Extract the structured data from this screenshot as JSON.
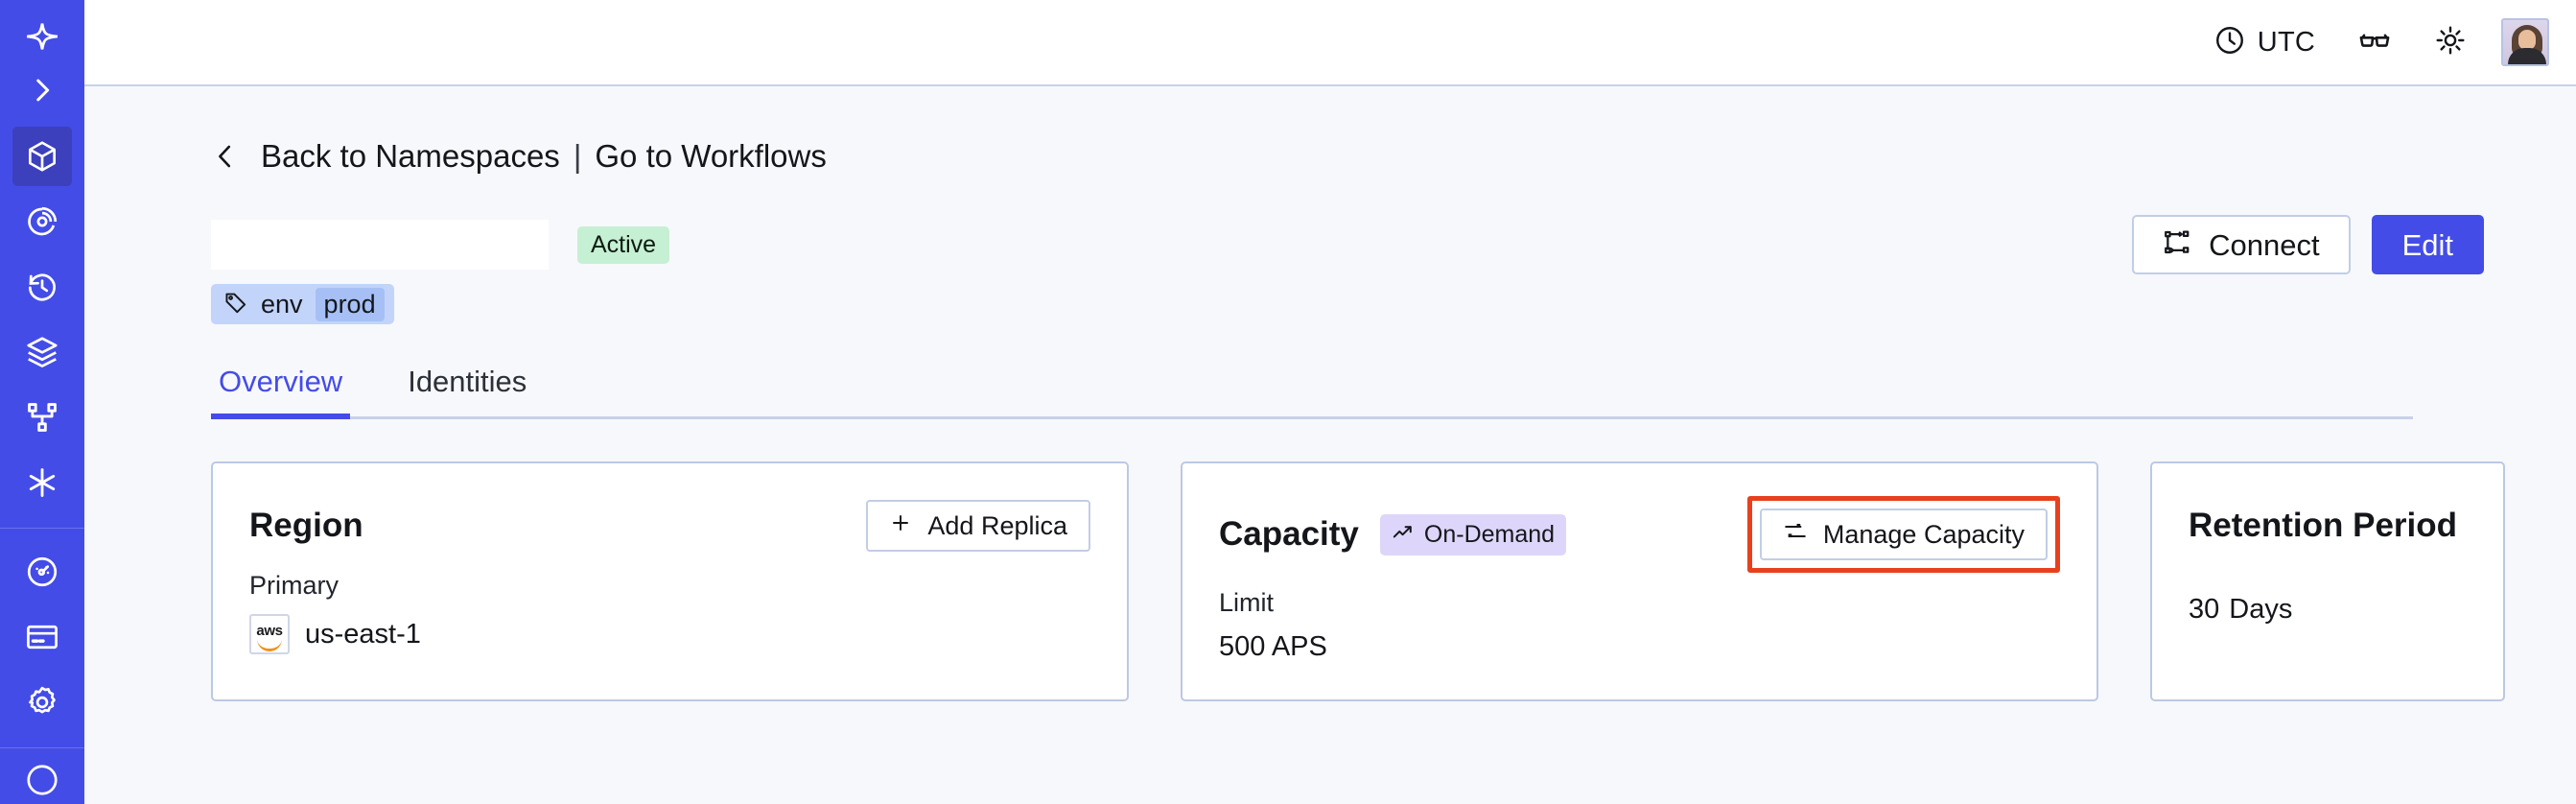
{
  "sidebar": {
    "brand_icon": "temporal-logo-icon",
    "expand_icon": "chevron-right-icon",
    "items": [
      {
        "icon": "cube-icon",
        "name": "namespaces",
        "active": true
      },
      {
        "icon": "eye-radar-icon",
        "name": "observability",
        "active": false
      },
      {
        "icon": "timer-icon",
        "name": "schedules",
        "active": false
      },
      {
        "icon": "layers-icon",
        "name": "batch",
        "active": false
      },
      {
        "icon": "git-branch-icon",
        "name": "workflows",
        "active": false
      },
      {
        "icon": "asterisk-icon",
        "name": "nexus",
        "active": false
      }
    ],
    "bottom_items": [
      {
        "icon": "gauge-icon",
        "name": "usage",
        "active": false
      },
      {
        "icon": "credit-card-icon",
        "name": "billing",
        "active": false
      },
      {
        "icon": "gear-icon",
        "name": "settings",
        "active": false
      }
    ]
  },
  "topbar": {
    "timezone_icon": "clock-icon",
    "timezone_label": "UTC",
    "reading_mode_icon": "glasses-icon",
    "theme_icon": "sun-icon",
    "avatar_icon": "user-avatar"
  },
  "breadcrumb": {
    "back_icon": "chevron-left-icon",
    "back_label": "Back to Namespaces",
    "separator": "|",
    "forward_label": "Go to Workflows"
  },
  "namespace": {
    "title": "",
    "status_badge": "Active",
    "tag_icon": "tag-icon",
    "tag_key": "env",
    "tag_value": "prod"
  },
  "actions": {
    "connect_icon": "connect-flow-icon",
    "connect_label": "Connect",
    "edit_label": "Edit"
  },
  "tabs": [
    {
      "label": "Overview",
      "active": true
    },
    {
      "label": "Identities",
      "active": false
    }
  ],
  "cards": {
    "region": {
      "title": "Region",
      "action_icon": "plus-icon",
      "action_label": "Add Replica",
      "sub_label": "Primary",
      "provider_icon": "aws-logo",
      "provider_text": "aws",
      "value": "us-east-1"
    },
    "capacity": {
      "title": "Capacity",
      "badge_icon": "trending-up-icon",
      "badge_label": "On-Demand",
      "action_icon": "sliders-icon",
      "action_label": "Manage Capacity",
      "action_highlighted": true,
      "sub_label": "Limit",
      "value": "500 APS"
    },
    "retention": {
      "title": "Retention Period",
      "value_number": "30",
      "value_unit": "Days"
    }
  },
  "colors": {
    "brand_indigo": "#444ce7",
    "sidebar_active": "#3c40bd",
    "page_bg": "#f7f8fb",
    "card_border": "#bcc9e4",
    "status_green_bg": "#c6f0d3",
    "badge_purple_bg": "#ded6fa",
    "tag_blue_bg": "#c3d4fb",
    "tag_value_bg": "#a6c0f6",
    "annotation_red": "#e8401f"
  }
}
